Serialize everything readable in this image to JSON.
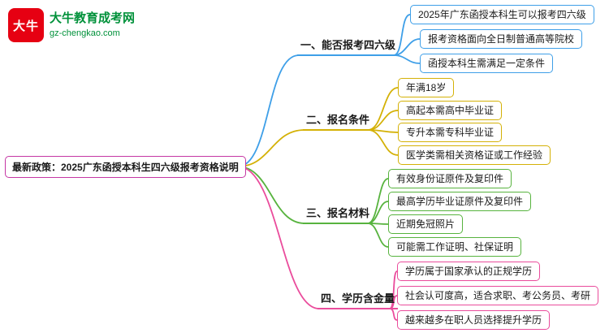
{
  "logo": {
    "brand_text": "大牛",
    "site_name": "大牛教育成考网",
    "site_url": "gz-chengkao.com"
  },
  "root": {
    "text": "最新政策：2025广东函授本科生四六级报考资格说明"
  },
  "branches": [
    {
      "label": "一、能否报考四六级",
      "color": "#3e9fe8",
      "leaves": [
        "2025年广东函授本科生可以报考四六级",
        "报考资格面向全日制普通高等院校",
        "函授本科生需满足一定条件"
      ]
    },
    {
      "label": "二、报名条件",
      "color": "#d4b106",
      "leaves": [
        "年满18岁",
        "高起本需高中毕业证",
        "专升本需专科毕业证",
        "医学类需相关资格证或工作经验"
      ]
    },
    {
      "label": "三、报名材料",
      "color": "#57b33e",
      "leaves": [
        "有效身份证原件及复印件",
        "最高学历毕业证原件及复印件",
        "近期免冠照片",
        "可能需工作证明、社保证明"
      ]
    },
    {
      "label": "四、学历含金量",
      "color": "#ea4c9c",
      "leaves": [
        "学历属于国家承认的正规学历",
        "社会认可度高，适合求职、考公务员、考研",
        "越来越多在职人员选择提升学历"
      ]
    }
  ],
  "colors": {
    "root_border": "#c536a4",
    "logo_red": "#e60012",
    "logo_green": "#00913a",
    "background": "#ffffff"
  }
}
